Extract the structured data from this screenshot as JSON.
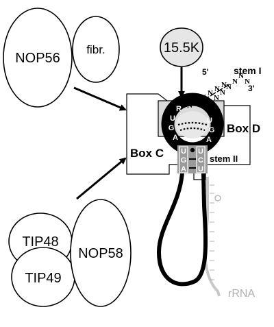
{
  "proteins": {
    "nop56": "NOP56",
    "fibr": "fibr.",
    "k155": "15.5K",
    "tip48": "TIP48",
    "tip49": "TIP49",
    "nop58": "NOP58"
  },
  "labels": {
    "box_c": "Box C",
    "box_d": "Box D",
    "stem_1": "stem I",
    "stem_2": "stem II",
    "five_prime": "5'",
    "three_prime": "3'",
    "rrna": "rRNA"
  },
  "nucleotides": {
    "ring_left": [
      "R",
      "U",
      "G",
      "A"
    ],
    "ring_right": [
      "U",
      "G",
      "A"
    ],
    "stem2_left": [
      "U",
      "G",
      "A"
    ],
    "stem2_right": [
      "U",
      "C",
      "U"
    ],
    "stem1_n": "N"
  },
  "colors": {
    "ring": "#000000",
    "protein_fill": "#ffffff",
    "k155_fill": "#e6e6e6",
    "rrna": "#c8c8c8",
    "stem2_block": "#9a9a9a"
  }
}
